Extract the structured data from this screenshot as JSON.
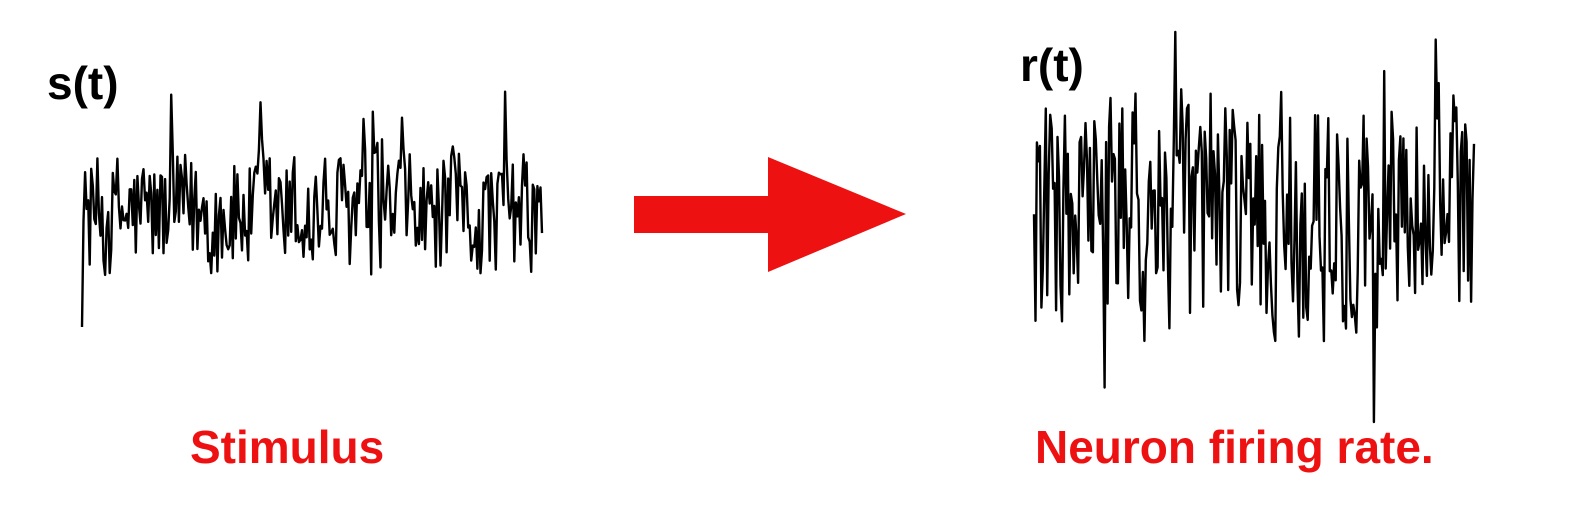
{
  "stimulus": {
    "symbol": "s(t)",
    "caption": "Stimulus"
  },
  "response": {
    "symbol": "r(t)",
    "caption": "Neuron firing rate."
  },
  "colors": {
    "trace": "#000000",
    "arrow": "#ee1111",
    "caption": "#ee1111"
  }
}
